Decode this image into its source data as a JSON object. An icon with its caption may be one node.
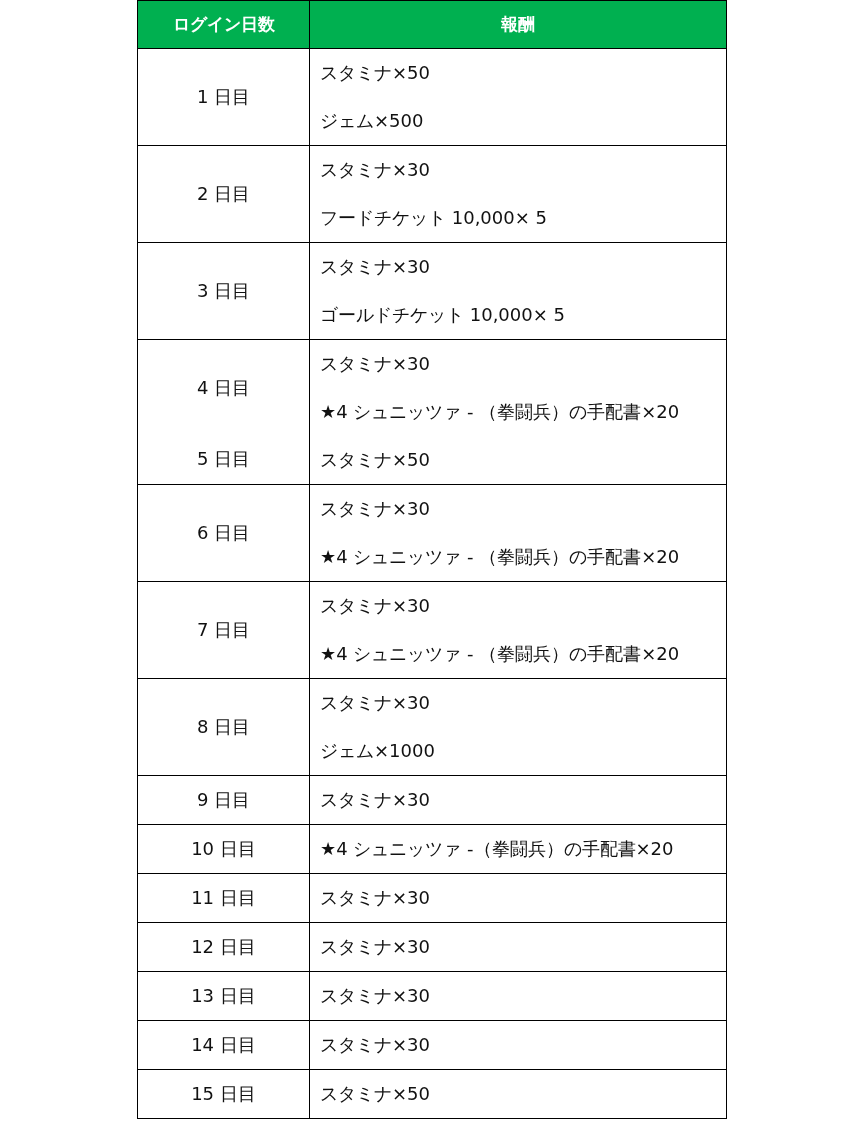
{
  "diagram": {
    "labels": [
      "ログイン日数",
      "報酬",
      "1 日目",
      "スタミナ×50",
      "ジェム×500",
      "2 日目",
      "スタミナ×30",
      "フードチケット 10,000× 5",
      "3 日目",
      "スタミナ×30",
      "ゴールドチケット 10,000× 5",
      "4 日目",
      "スタミナ×30",
      "★4 シュニッツァ - （拳闘兵）の手配書×20",
      "5 日目",
      "スタミナ×50",
      "6 日目",
      "スタミナ×30",
      "★4 シュニッツァ - （拳闘兵）の手配書×20",
      "7 日目",
      "スタミナ×30",
      "★4 シュニッツァ - （拳闘兵）の手配書×20",
      "8 日目",
      "スタミナ×30",
      "ジェム×1000",
      "9 日目",
      "スタミナ×30",
      "10 日目",
      "★4 シュニッツァ -（拳闘兵）の手配書×20",
      "11 日目",
      "スタミナ×30",
      "12 日目",
      "スタミナ×30",
      "13 日目",
      "スタミナ×30",
      "14 日目",
      "スタミナ×30",
      "15 日目",
      "スタミナ×50"
    ]
  }
}
